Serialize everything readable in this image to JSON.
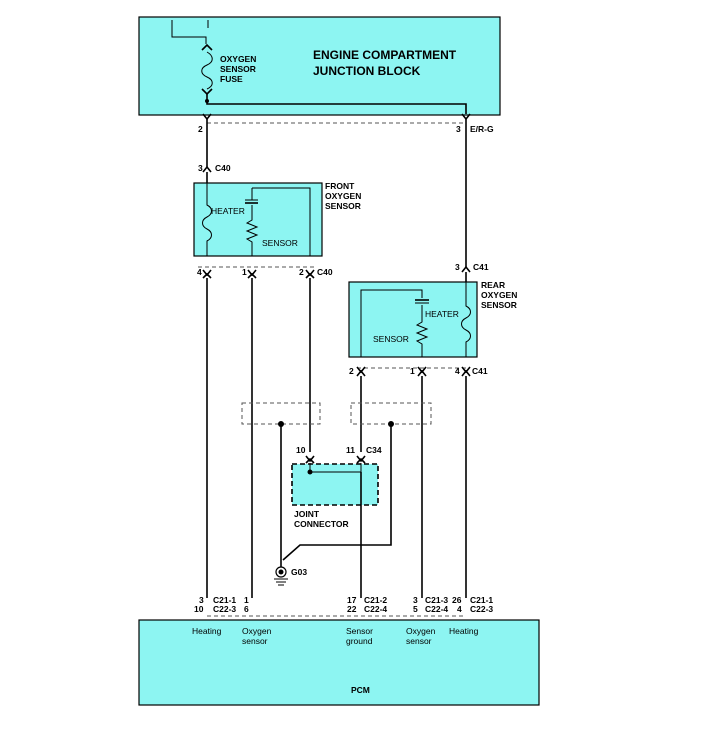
{
  "junction_block": {
    "title_line1": "ENGINE COMPARTMENT",
    "title_line2": "JUNCTION BLOCK",
    "fuse_line1": "OXYGEN",
    "fuse_line2": "SENSOR",
    "fuse_line3": "FUSE",
    "pin_left": "2",
    "pin_right": "3",
    "wire_color": "E/R-G"
  },
  "front_sensor": {
    "title_line1": "FRONT",
    "title_line2": "OXYGEN",
    "title_line3": "SENSOR",
    "heater_label": "HEATER",
    "sensor_label": "SENSOR",
    "top_pin": "3",
    "top_connector": "C40",
    "pin_a": "4",
    "pin_b": "1",
    "pin_c": "2",
    "bottom_connector": "C40"
  },
  "rear_sensor": {
    "title_line1": "REAR",
    "title_line2": "OXYGEN",
    "title_line3": "SENSOR",
    "heater_label": "HEATER",
    "sensor_label": "SENSOR",
    "top_pin": "3",
    "top_connector": "C41",
    "pin_a": "2",
    "pin_b": "1",
    "pin_c": "4",
    "bottom_connector": "C41"
  },
  "joint_connector": {
    "label_line1": "JOINT",
    "label_line2": "CONNECTOR",
    "pin_a": "10",
    "pin_b": "11",
    "connector": "C34"
  },
  "ground": {
    "label": "G03"
  },
  "pcm": {
    "title": "PCM",
    "pins": [
      {
        "top_pin": "3",
        "top_conn": "C21-1",
        "bottom_pin": "10",
        "bottom_conn": "C22-3",
        "fn1": "Heating",
        "fn2": ""
      },
      {
        "top_pin": "",
        "top_conn": "",
        "bottom_pin": "1",
        "bottom_conn": "",
        "fn1": "Oxygen",
        "fn2": "sensor",
        "extra_pin": "6"
      },
      {
        "top_pin": "17",
        "top_conn": "C21-2",
        "bottom_pin": "22",
        "bottom_conn": "C22-4",
        "fn1": "Sensor",
        "fn2": "ground"
      },
      {
        "top_pin": "3",
        "top_conn": "C21-3",
        "bottom_pin": "5",
        "bottom_conn": "C22-4",
        "fn1": "Oxygen",
        "fn2": "sensor"
      },
      {
        "top_pin": "26",
        "top_conn": "C21-1",
        "bottom_pin": "4",
        "bottom_conn": "C22-3",
        "fn1": "Heating",
        "fn2": ""
      }
    ]
  },
  "colors": {
    "component_fill": "#8df5f2",
    "wire": "#000000"
  }
}
